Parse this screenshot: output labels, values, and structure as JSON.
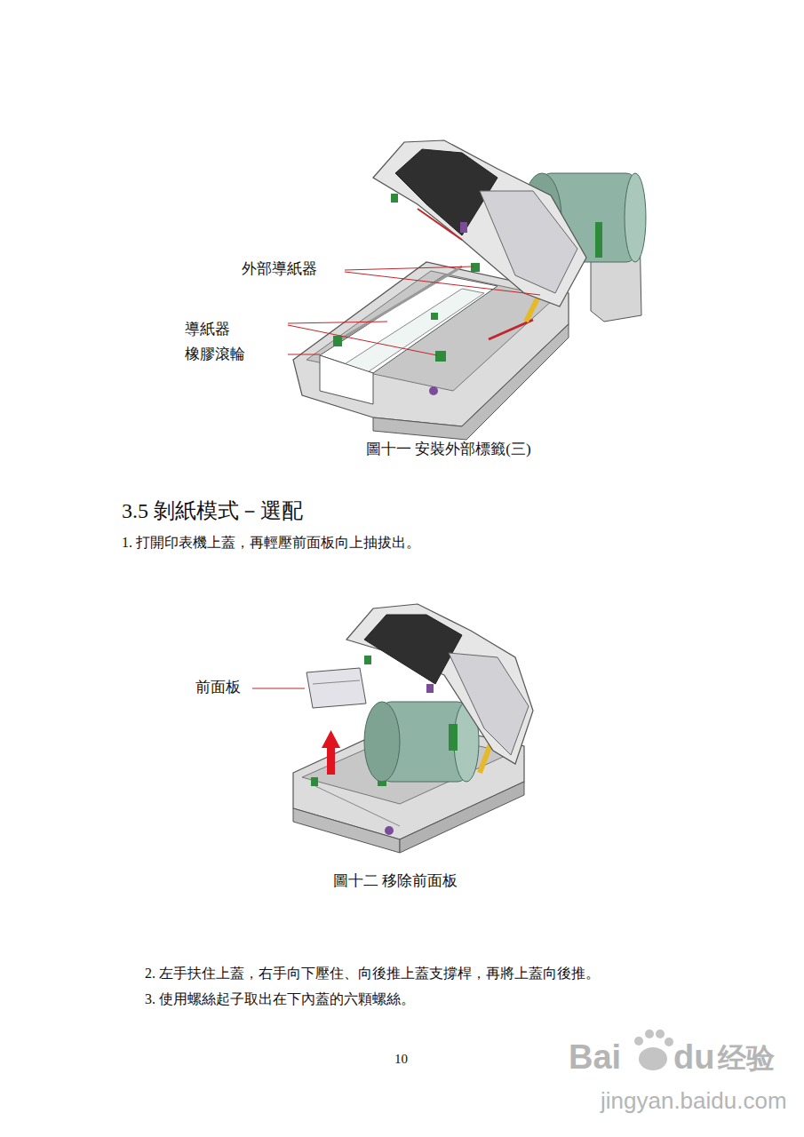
{
  "diagram": {
    "labels": [
      "外部導紙器",
      "導紙器",
      "橡膠滾輪",
      "圖十一  安裝外部標籤(三)",
      "3.5 剝紙模式－選配",
      "1. 打開印表機上蓋，再輕壓前面板向上抽拔出。",
      "前面板",
      "圖十二 移除前面板",
      "2. 左手扶住上蓋，右手向下壓住、向後推上蓋支撐桿，再將上蓋向後推。",
      "3. 使用螺絲起子取出在下內蓋的六顆螺絲。",
      "10",
      "Bai",
      "du",
      "经验",
      "jingyan.baidu.com"
    ]
  }
}
